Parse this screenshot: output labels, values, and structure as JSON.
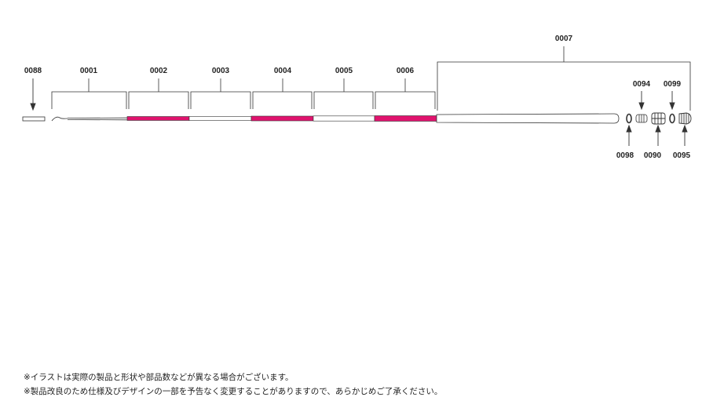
{
  "colors": {
    "pink": "#e0136e",
    "white": "#ffffff",
    "line": "#333333",
    "text": "#222222"
  },
  "parts": {
    "p0088": "0088",
    "p0001": "0001",
    "p0002": "0002",
    "p0003": "0003",
    "p0004": "0004",
    "p0005": "0005",
    "p0006": "0006",
    "p0007": "0007",
    "p0094": "0094",
    "p0099": "0099",
    "p0098": "0098",
    "p0090": "0090",
    "p0095": "0095"
  },
  "notes": {
    "line1": "※イラストは実際の製品と形状や部品数などが異なる場合がございます。",
    "line2": "※製品改良のため仕様及びデザインの一部を予告なく変更することがありますので、あらかじめご了承ください。"
  }
}
